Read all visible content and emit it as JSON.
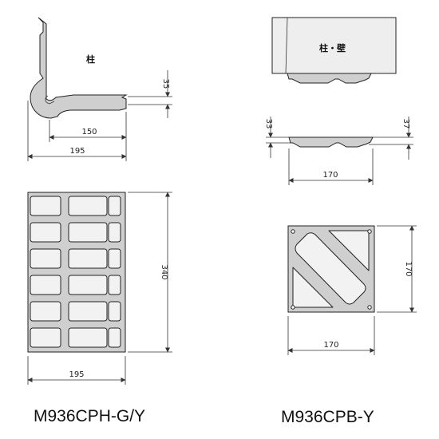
{
  "left": {
    "side_view": {
      "pillar_label": "柱",
      "dim_height": "35",
      "dim_inner_width": "150",
      "dim_total_width": "195"
    },
    "front_view": {
      "dim_height": "340",
      "dim_width": "195"
    },
    "model": "M936CPH-G/Y"
  },
  "right": {
    "side_view": {
      "wall_label": "柱・壁",
      "dim_left_height": "33",
      "dim_right_height": "37",
      "dim_width": "170"
    },
    "front_view": {
      "dim_width": "170",
      "dim_height": "170"
    },
    "model": "M936CPB-Y"
  },
  "colors": {
    "wall": "#eeeeee",
    "product": "#cfcfcf",
    "pad": "#f2f2f2",
    "line": "#333333"
  }
}
